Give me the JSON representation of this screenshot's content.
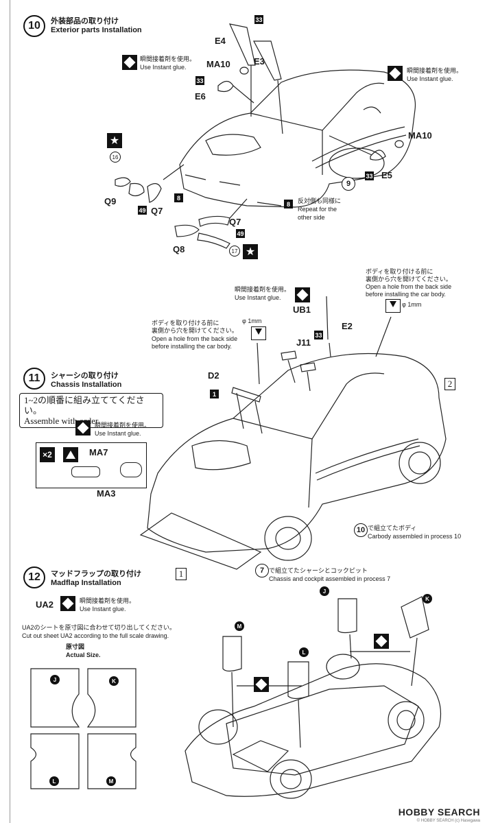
{
  "step10": {
    "number": "10",
    "title_jp": "外装部品の取り付け",
    "title_en": "Exterior parts Installation",
    "glue_jp": "瞬間接着剤を使用。",
    "glue_en": "Use Instant glue.",
    "parts": {
      "e4": "E4",
      "e3": "E3",
      "e6": "E6",
      "ma10_left": "MA10",
      "ma10_right": "MA10",
      "e5": "E5",
      "q9": "Q9",
      "q7a": "Q7",
      "q7b": "Q7",
      "q8": "Q8",
      "nine": "9"
    },
    "paint_codes": {
      "p33_top": "33",
      "p33_e6": "33",
      "p33_e5": "33",
      "p16": "16",
      "p49a": "49",
      "p49b": "49",
      "p8a": "8",
      "p8b": "8",
      "p17": "17"
    },
    "repeat_jp": "反対側も同様に",
    "repeat_en": "Repeat for the",
    "repeat_en2": "other side"
  },
  "step11": {
    "number": "11",
    "title_jp": "シャーシの取り付け",
    "title_en": "Chassis Installation",
    "order_jp": "1~2の順番に組み立ててください。",
    "order_en": "Assemble with order.",
    "glue_jp": "瞬間接着剤を使用。",
    "glue_en": "Use Instant glue.",
    "hole_jp_1": "ボディを取り付ける前に",
    "hole_jp_2": "裏側から穴を開けてください。",
    "hole_en_1": "Open a hole from the back side",
    "hole_en_2": "before installing the car body.",
    "phi": "φ 1mm",
    "parts": {
      "ub1": "UB1",
      "e2": "E2",
      "j11": "J11",
      "d2": "D2",
      "ma7": "MA7",
      "ma3": "MA3",
      "x2": "×2"
    },
    "paint_codes": {
      "p33": "33",
      "p1": "1"
    },
    "box_two": "2",
    "box_one": "1",
    "carbody_ref_num": "10",
    "carbody_jp": "で組立てたボディ",
    "carbody_en": "Carbody assembled in process 10",
    "chassis_ref_num": "7",
    "chassis_jp": "で組立てたシャーシとコックピット",
    "chassis_en": "Chassis and cockpit assembled in process 7"
  },
  "step12": {
    "number": "12",
    "title_jp": "マッドフラップの取り付け",
    "title_en": "Madflap Installation",
    "ua2": "UA2",
    "glue_en": "Use Instant glue.",
    "glue_jp": "瞬間接着剤を使用。",
    "cut_jp": "UA2のシートを原寸図に合わせて切り出してください。",
    "cut_en": "Cut out sheet UA2 according to the full scale drawing.",
    "actual_jp": "原寸図",
    "actual_en": "Actual Size.",
    "labels": {
      "j": "J",
      "k": "K",
      "l": "L",
      "m": "M"
    }
  },
  "watermark": {
    "brand": "HOBBY SEARCH",
    "credit": "© HOBBY SEARCH (c) Hasegawa"
  }
}
